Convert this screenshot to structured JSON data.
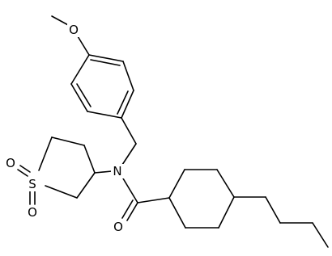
{
  "molecule": {
    "atoms": {
      "methoxy_oxygen": "O",
      "amide_nitrogen": "N",
      "sulfur": "S",
      "sulfone_oxygen_top": "O",
      "sulfone_oxygen_bottom": "O",
      "carbonyl_oxygen": "O"
    }
  },
  "colors": {
    "bond": "#000000",
    "label": "#000000",
    "background": "#ffffff"
  }
}
